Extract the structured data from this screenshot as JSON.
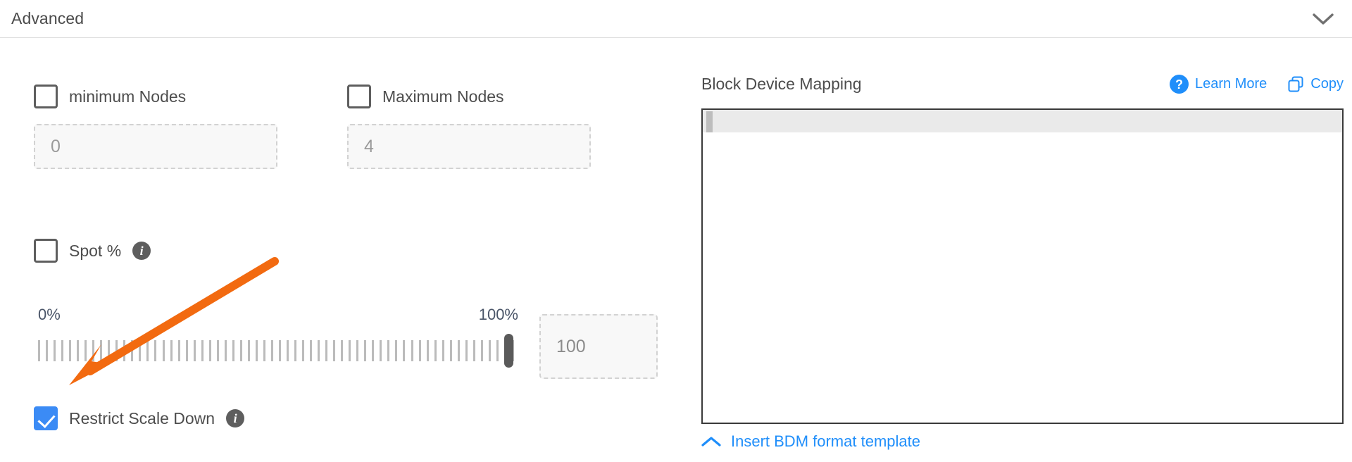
{
  "section": {
    "title": "Advanced",
    "collapse_icon": "chevron-down-icon"
  },
  "left": {
    "min_nodes": {
      "label": "minimum Nodes",
      "checked": false,
      "input_value": "0"
    },
    "max_nodes": {
      "label": "Maximum Nodes",
      "checked": false,
      "input_value": "4"
    },
    "spot": {
      "label": "Spot %",
      "checked": false,
      "info_icon": "info-icon",
      "info_glyph": "i"
    },
    "slider": {
      "min_label": "0%",
      "max_label": "100%",
      "value": "100",
      "percent": 100
    },
    "restrict_scale_down": {
      "label": "Restrict Scale Down",
      "checked": true,
      "info_icon": "info-icon",
      "info_glyph": "i"
    }
  },
  "right": {
    "title": "Block Device Mapping",
    "learn_more": {
      "label": "Learn More",
      "icon": "question-mark-circle-icon",
      "glyph": "?"
    },
    "copy": {
      "label": "Copy",
      "icon": "copy-icon"
    },
    "editor": {
      "content": ""
    },
    "insert_template": {
      "label": "Insert BDM format template",
      "icon": "chevron-up-icon"
    }
  },
  "colors": {
    "accent_blue": "#1f8efa",
    "checkbox_blue": "#3b8bf5",
    "annotation_orange": "#f26a10",
    "text_gray": "#4d4d4d",
    "border_gray": "#dcdcdc"
  }
}
